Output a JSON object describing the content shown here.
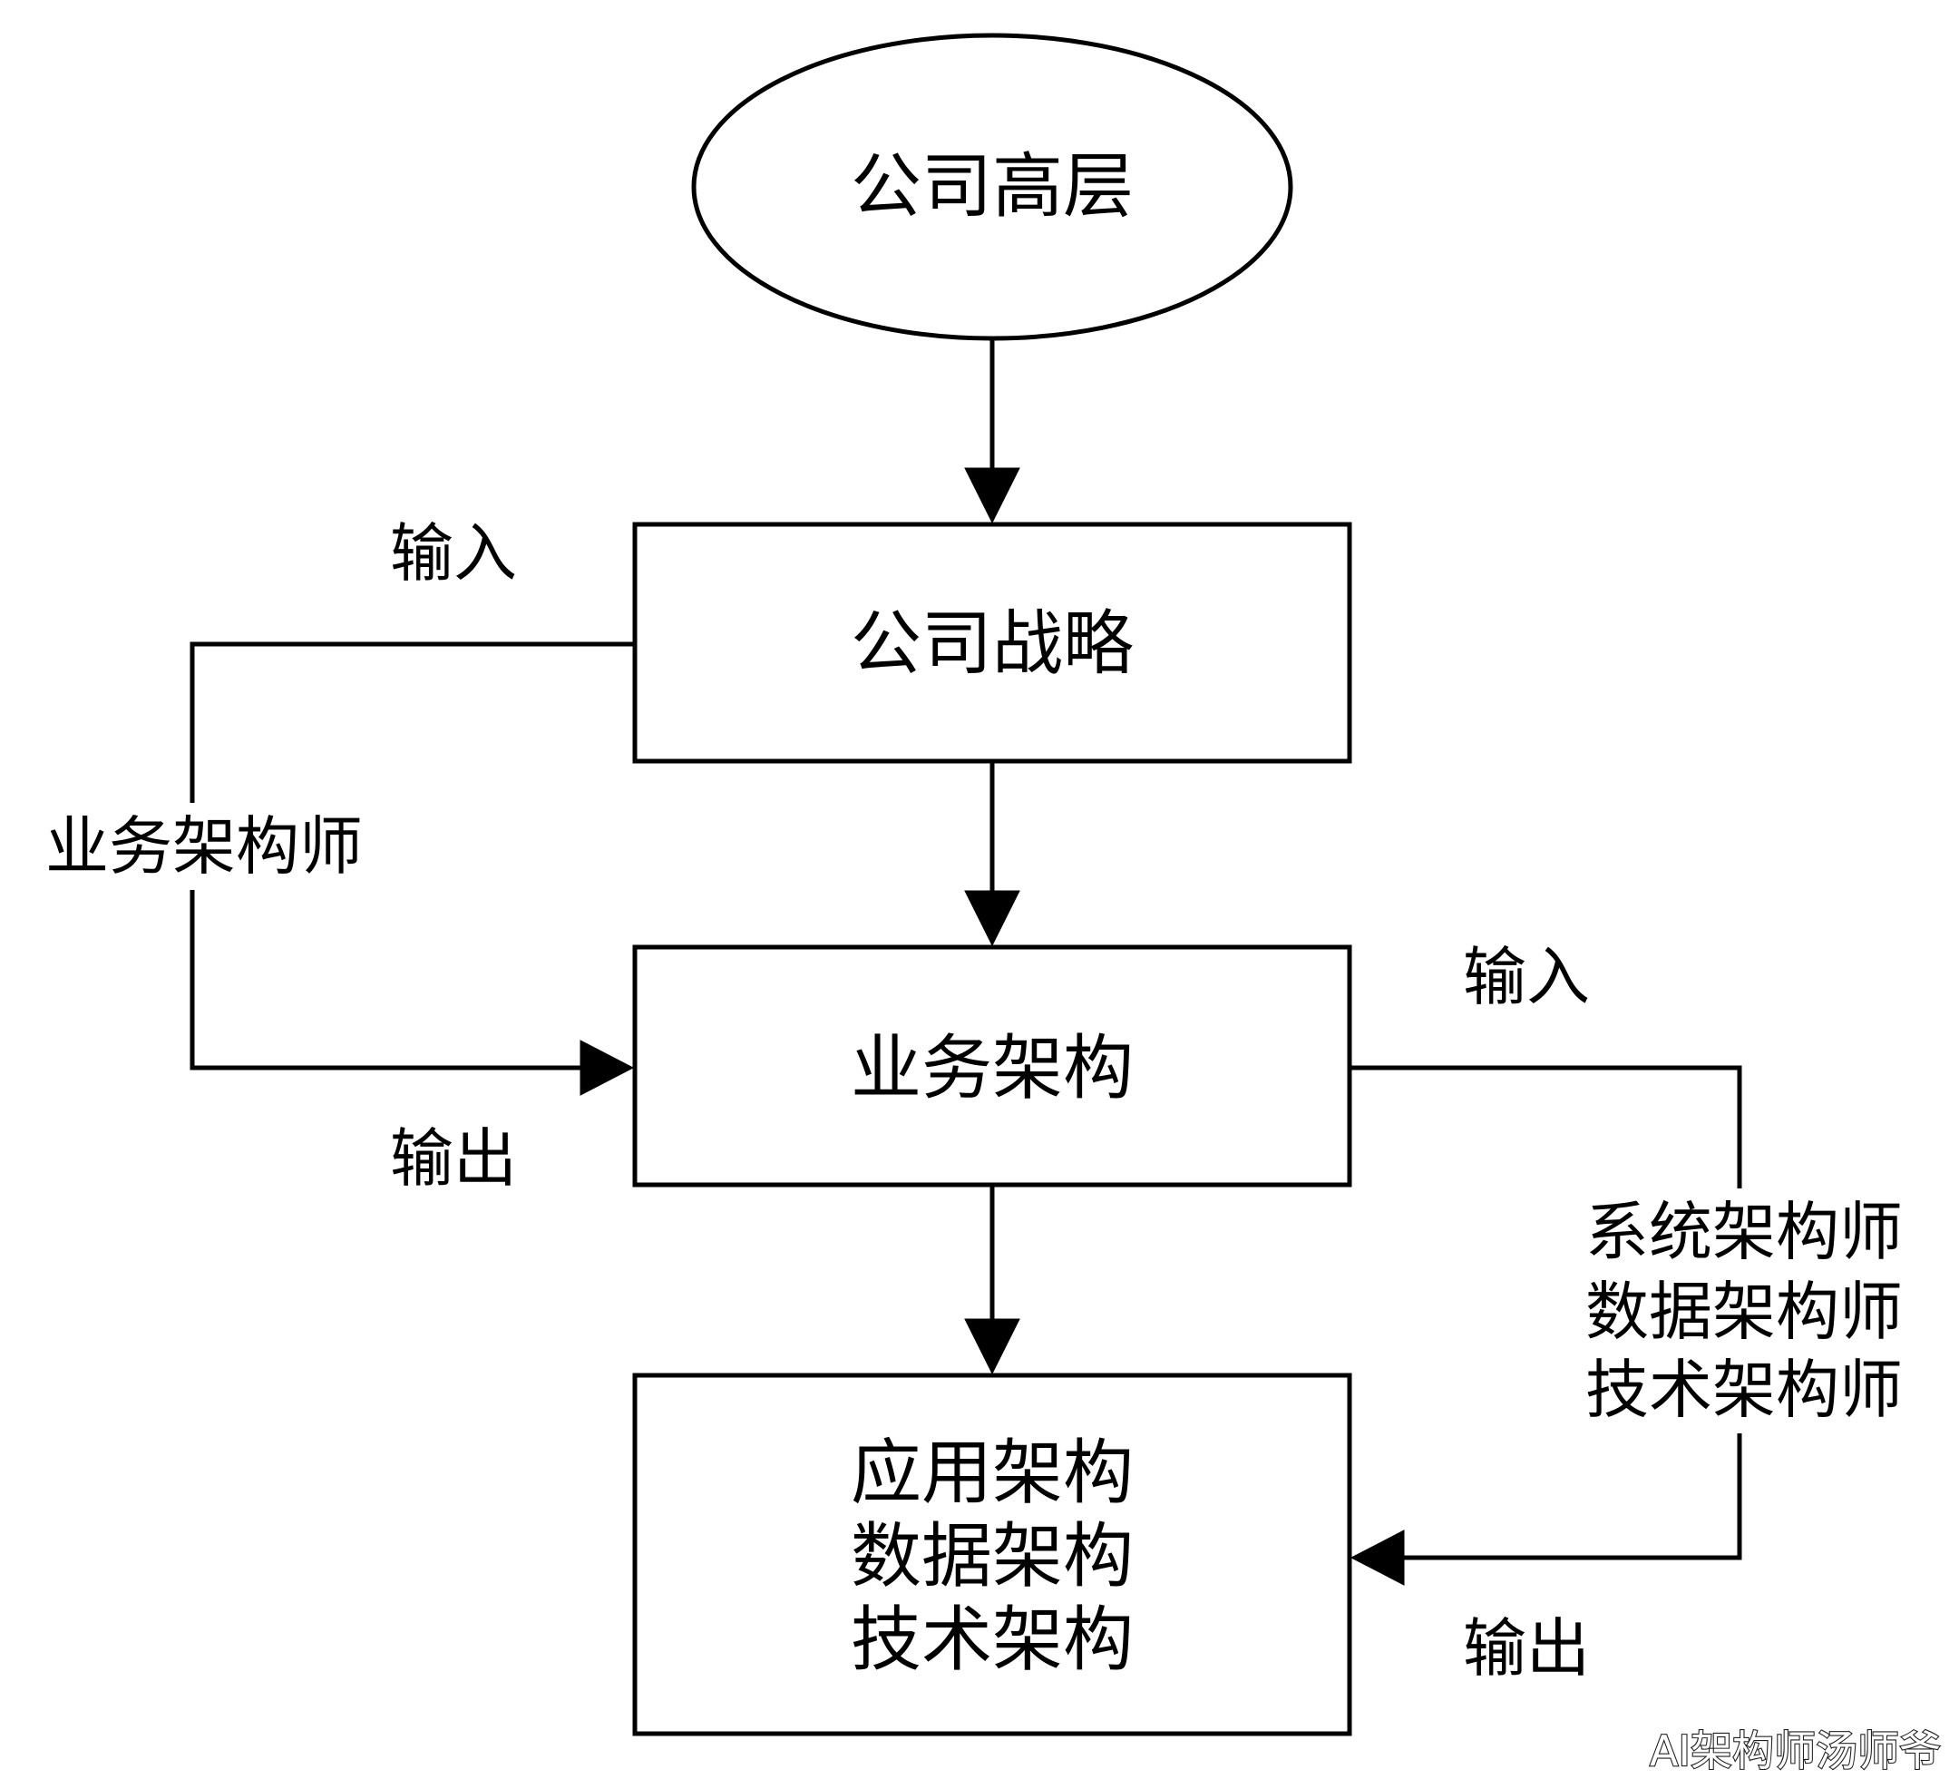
{
  "nodes": {
    "executives": {
      "label": "公司高层"
    },
    "strategy": {
      "label": "公司战略"
    },
    "business_architecture": {
      "label": "业务架构"
    },
    "architectures": {
      "lines": [
        "应用架构",
        "数据架构",
        "技术架构"
      ]
    }
  },
  "edges": {
    "left_loop": {
      "input_label": "输入",
      "role_label": "业务架构师",
      "output_label": "输出"
    },
    "right_loop": {
      "input_label": "输入",
      "role_lines": [
        "系统架构师",
        "数据架构师",
        "技术架构师"
      ],
      "output_label": "输出"
    }
  },
  "watermark": {
    "text": "AI架构师汤师爷"
  },
  "colors": {
    "stroke": "#000000",
    "background": "#ffffff",
    "text": "#000000"
  }
}
